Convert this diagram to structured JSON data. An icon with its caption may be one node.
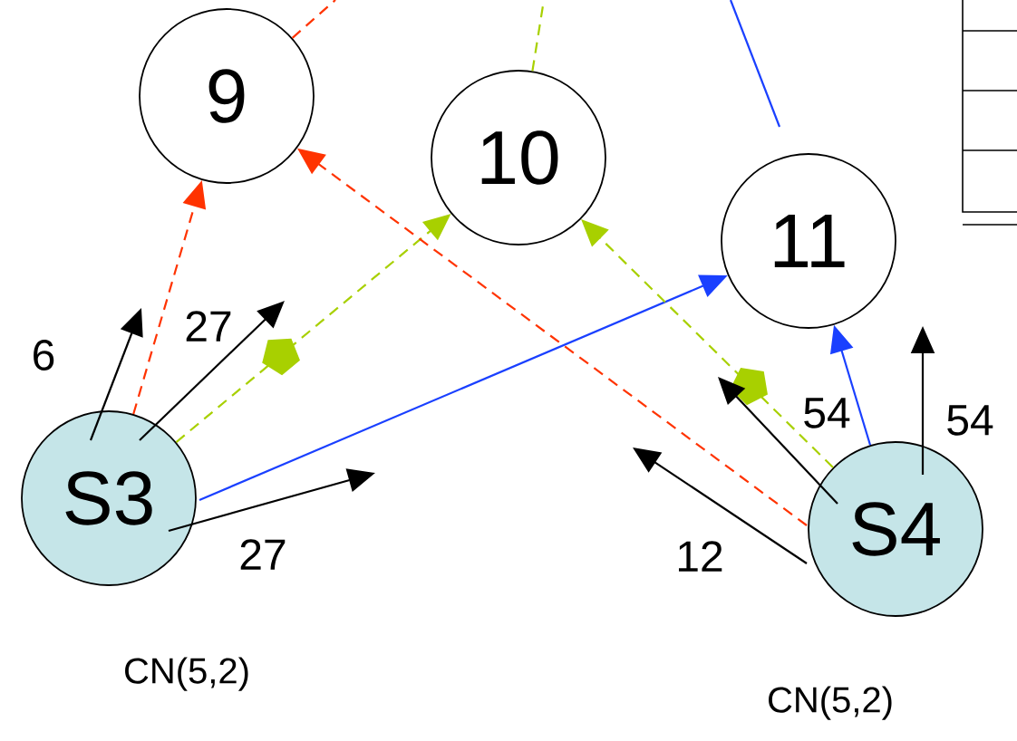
{
  "diagram": {
    "nodes": [
      {
        "text": [
          "9"
        ]
      },
      {
        "text": [
          "10"
        ]
      },
      {
        "text": [
          "11"
        ]
      },
      {
        "text": [
          "S3"
        ],
        "beside": [
          "CN(5,2)"
        ]
      },
      {
        "text": [
          "S4"
        ],
        "beside": [
          "CN(5,2)"
        ]
      }
    ],
    "edges": [
      {
        "from": 3,
        "to": 0,
        "arrow": "to",
        "style": "dashed",
        "color": "#ff3300"
      },
      {
        "from": 3,
        "to": 1,
        "arrow": "to",
        "style": "dashed",
        "color": "#a8d000"
      },
      {
        "from": 3,
        "to": 2,
        "arrow": "to",
        "color": "#1a40ff"
      },
      {
        "from": 4,
        "to": 0,
        "arrow": "to",
        "style": "dashed",
        "color": "#ff3300"
      },
      {
        "from": 4,
        "to": 1,
        "arrow": "to",
        "style": "dashed",
        "color": "#a8d000"
      },
      {
        "from": 4,
        "to": 2,
        "arrow": "to",
        "color": "#1a40ff"
      },
      {
        "from": 0,
        "to": null,
        "arrow": "none",
        "style": "dashed",
        "color": "#ff3300"
      },
      {
        "from": 1,
        "to": null,
        "arrow": "none",
        "style": "dashed",
        "color": "#a8d000"
      },
      {
        "from": 2,
        "to": null,
        "arrow": "none",
        "color": "#1a40ff"
      },
      {
        "from": 3,
        "to": null,
        "arrow": "to",
        "label": "6"
      },
      {
        "from": 3,
        "to": null,
        "arrow": "to",
        "label": "27"
      },
      {
        "from": 3,
        "to": null,
        "arrow": "to",
        "label": "27"
      },
      {
        "from": 4,
        "to": null,
        "arrow": "to",
        "label": "12"
      },
      {
        "from": 4,
        "to": null,
        "arrow": "to",
        "label": "54"
      },
      {
        "from": 4,
        "to": null,
        "arrow": "to",
        "label": "54"
      }
    ]
  }
}
